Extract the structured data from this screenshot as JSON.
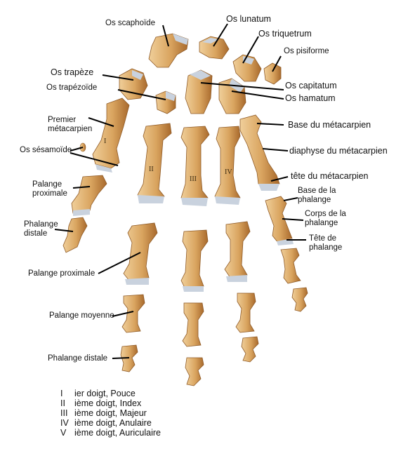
{
  "colors": {
    "bone": "#d9a45f",
    "bone_shade": "#a8692c",
    "bone_light": "#f0cf9a",
    "cartilage": "#c9d2de",
    "leader_line": "#000000"
  },
  "carpal_labels": {
    "scaphoide": "Os scaphoïde",
    "lunatum_os": "Os",
    "lunatum": "lunatum",
    "triquetrum_os": "Os",
    "triquetrum": "triquetrum",
    "pisiforme": "Os pisiforme",
    "trapeze_os": "Os",
    "trapeze": "trapèze",
    "trapezoide": "Os trapézoïde",
    "capitatum_os": "Os",
    "capitatum": "capitatum",
    "hamatum_os": "Os",
    "hamatum": "hamatum"
  },
  "thumb_labels": {
    "premier_metacarpien": "Premier métacarpien",
    "sesamoide": "Os sésamoïde",
    "palange_proximale": "Palange proximale",
    "phalange_distale": "Phalange distale"
  },
  "metacarpal_labels": {
    "base": "Base du métacarpien",
    "diaphyse": "diaphyse du métacarpien",
    "tete": "tête du métacarpien"
  },
  "phalanx_part_labels": {
    "base": "Base de la phalange",
    "corps": "Corps de la phalange",
    "tete": "Tête de phalange"
  },
  "finger_labels": {
    "palange_proximale": "Palange proximale",
    "palange_moyenne": "Palange moyenne",
    "phalange_distale": "Phalange distale"
  },
  "roman_numerals": [
    "I",
    "II",
    "III",
    "IV"
  ],
  "legend": [
    {
      "num": "I",
      "text": "ier doigt,   Pouce"
    },
    {
      "num": "II",
      "text": "ième doigt, Index"
    },
    {
      "num": "III",
      "text": "ième doigt, Majeur"
    },
    {
      "num": "IV",
      "text": "ième doigt, Anulaire"
    },
    {
      "num": "V",
      "text": "ième doigt, Auriculaire"
    }
  ]
}
